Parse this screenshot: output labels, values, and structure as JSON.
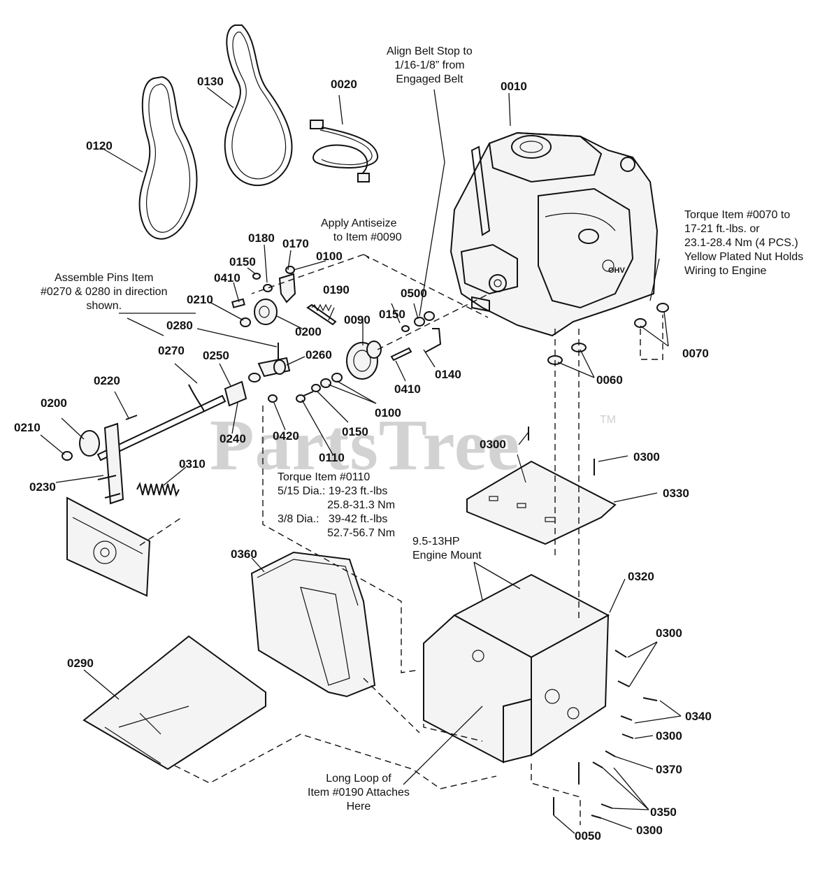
{
  "watermark": {
    "text": "PartsTree",
    "trademark": "TM"
  },
  "part_numbers": {
    "p0010": "0010",
    "p0020": "0020",
    "p0050": "0050",
    "p0060": "0060",
    "p0070": "0070",
    "p0090": "0090",
    "p0100a": "0100",
    "p0100b": "0100",
    "p0110": "0110",
    "p0120": "0120",
    "p0130": "0130",
    "p0140": "0140",
    "p0150a": "0150",
    "p0150b": "0150",
    "p0150c": "0150",
    "p0170": "0170",
    "p0180": "0180",
    "p0190": "0190",
    "p0200a": "0200",
    "p0200b": "0200",
    "p0210a": "0210",
    "p0210b": "0210",
    "p0220": "0220",
    "p0230": "0230",
    "p0240": "0240",
    "p0250": "0250",
    "p0260": "0260",
    "p0270": "0270",
    "p0280": "0280",
    "p0290": "0290",
    "p0300a": "0300",
    "p0300b": "0300",
    "p0300c": "0300",
    "p0300d": "0300",
    "p0300e": "0300",
    "p0310": "0310",
    "p0320": "0320",
    "p0330": "0330",
    "p0340": "0340",
    "p0350": "0350",
    "p0360": "0360",
    "p0370": "0370",
    "p0410a": "0410",
    "p0410b": "0410",
    "p0420": "0420",
    "p0500": "0500"
  },
  "notes": {
    "belt_stop": "Align Belt Stop to\n1/16-1/8” from\nEngaged Belt",
    "antiseize": "Apply Antiseize\n    to Item #0090",
    "pins": "Assemble Pins Item\n#0270 & 0280 in direction\nshown.",
    "torque_0070": "Torque Item #0070 to\n17-21 ft.-lbs. or\n23.1-28.4 Nm (4 PCS.)\nYellow Plated Nut Holds\nWiring to Engine",
    "torque_0110": "Torque Item #0110\n5/15 Dia.: 19-23 ft.-lbs\n                25.8-31.3 Nm\n3/8 Dia.:   39-42 ft.-lbs\n                52.7-56.7 Nm",
    "engine_mount": "9.5-13HP\nEngine Mount",
    "long_loop": "Long Loop of\nItem #0190 Attaches\nHere"
  },
  "engine_decal": "OHV"
}
